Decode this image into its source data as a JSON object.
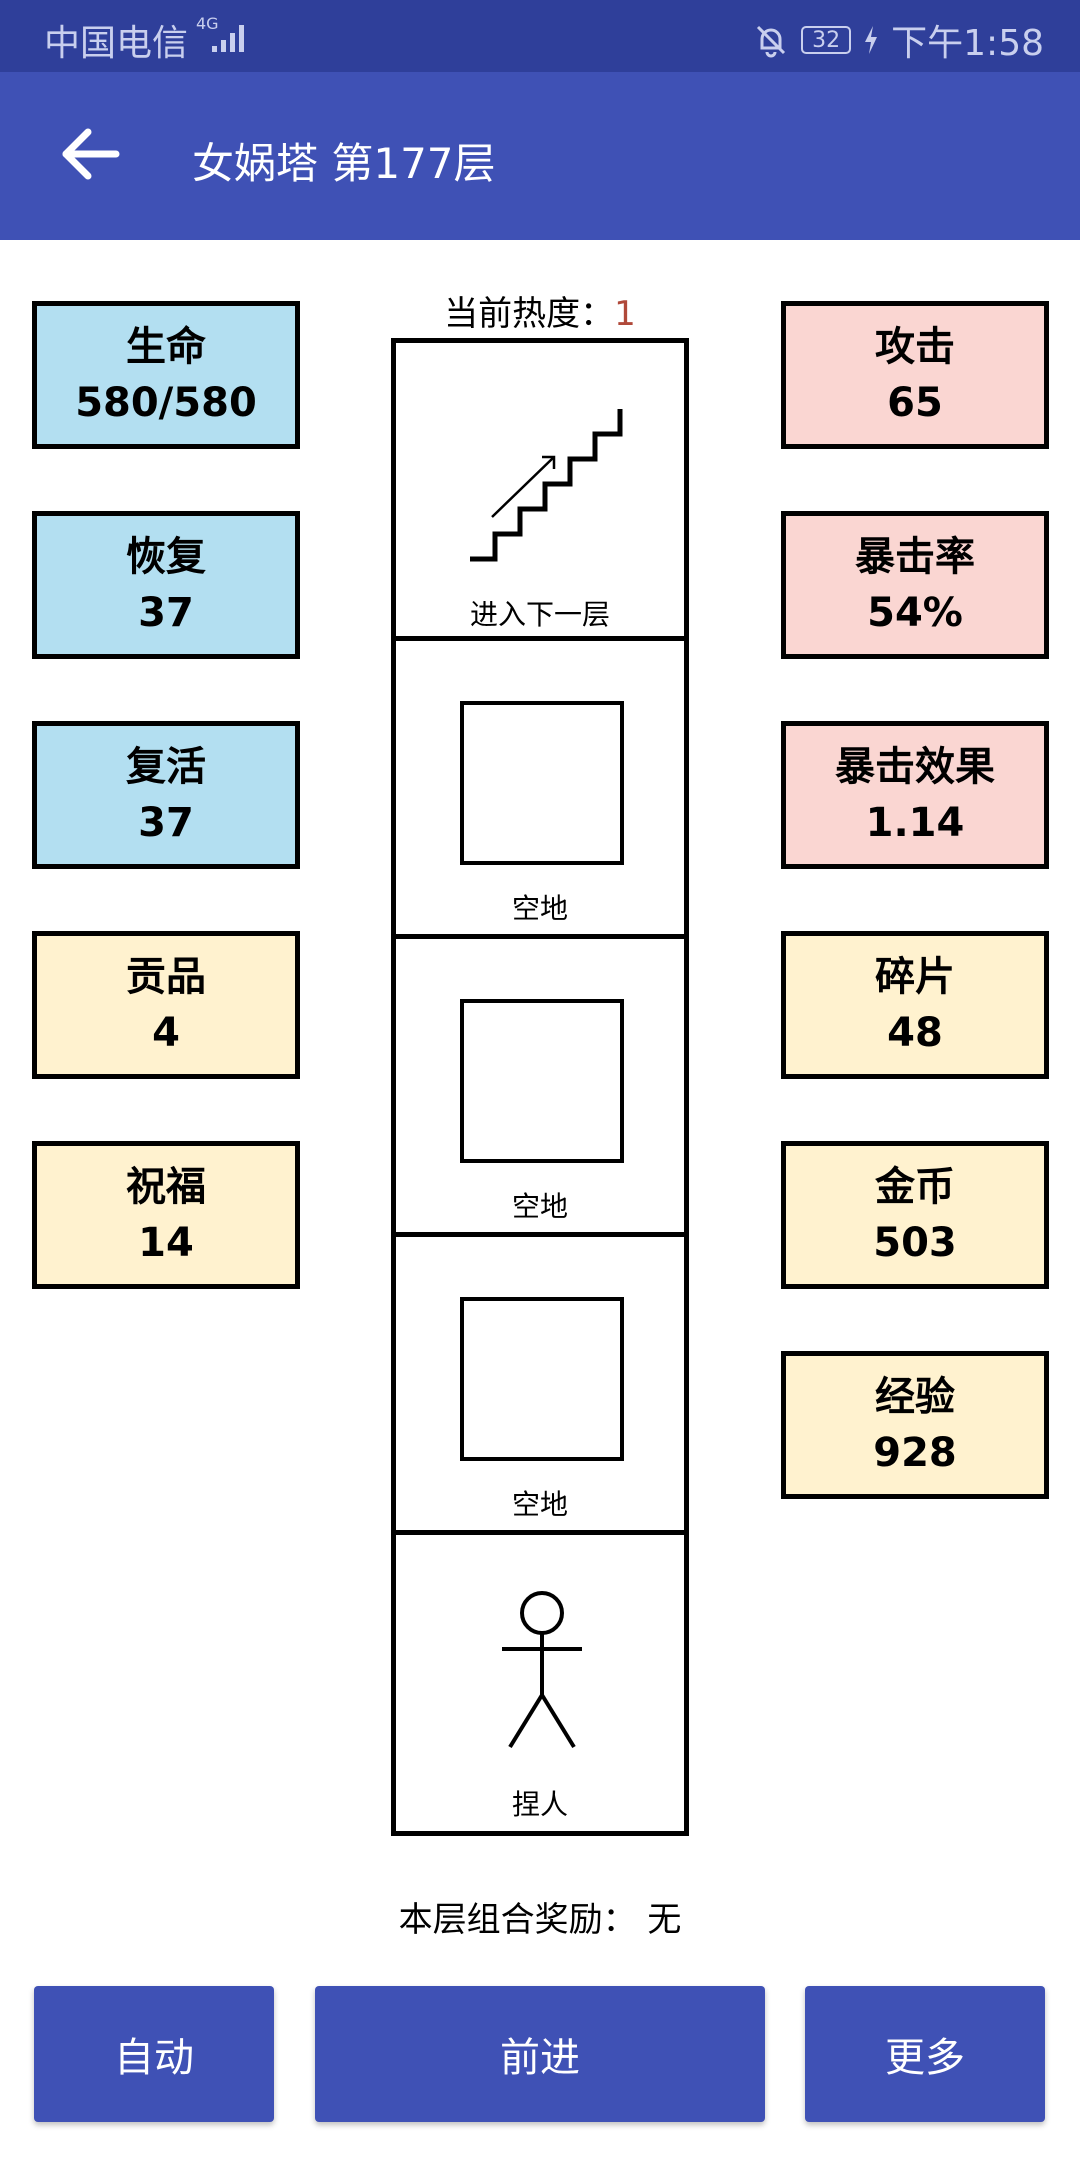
{
  "status_bar": {
    "carrier": "中国电信",
    "network": "4G",
    "battery": "32",
    "time": "下午1:58"
  },
  "app_bar": {
    "title": "女娲塔 第177层"
  },
  "heat": {
    "label": "当前热度：",
    "value": "1"
  },
  "left_stats": [
    {
      "label": "生命",
      "value": "580/580"
    },
    {
      "label": "恢复",
      "value": "37"
    },
    {
      "label": "复活",
      "value": "37"
    },
    {
      "label": "贡品",
      "value": "4"
    },
    {
      "label": "祝福",
      "value": "14"
    }
  ],
  "right_stats": [
    {
      "label": "攻击",
      "value": "65"
    },
    {
      "label": "暴击率",
      "value": "54%"
    },
    {
      "label": "暴击效果",
      "value": "1.14"
    },
    {
      "label": "碎片",
      "value": "48"
    },
    {
      "label": "金币",
      "value": "503"
    },
    {
      "label": "经验",
      "value": "928"
    }
  ],
  "tower": {
    "cells": [
      {
        "label": "进入下一层",
        "icon": "stairs-icon"
      },
      {
        "label": "空地",
        "icon": "empty-square-icon"
      },
      {
        "label": "空地",
        "icon": "empty-square-icon"
      },
      {
        "label": "空地",
        "icon": "empty-square-icon"
      },
      {
        "label": "捏人",
        "icon": "stick-figure-icon"
      }
    ]
  },
  "reward": "本层组合奖励：  无",
  "buttons": {
    "auto": "自动",
    "forward": "前进",
    "more": "更多"
  },
  "colors": {
    "status_bar": "#2f3f9a",
    "app_bar": "#3f51b5",
    "card_blue": "#b3dff1",
    "card_pink": "#fad6d2",
    "card_yellow": "#fff2cf",
    "heat_value": "#b0493a"
  }
}
